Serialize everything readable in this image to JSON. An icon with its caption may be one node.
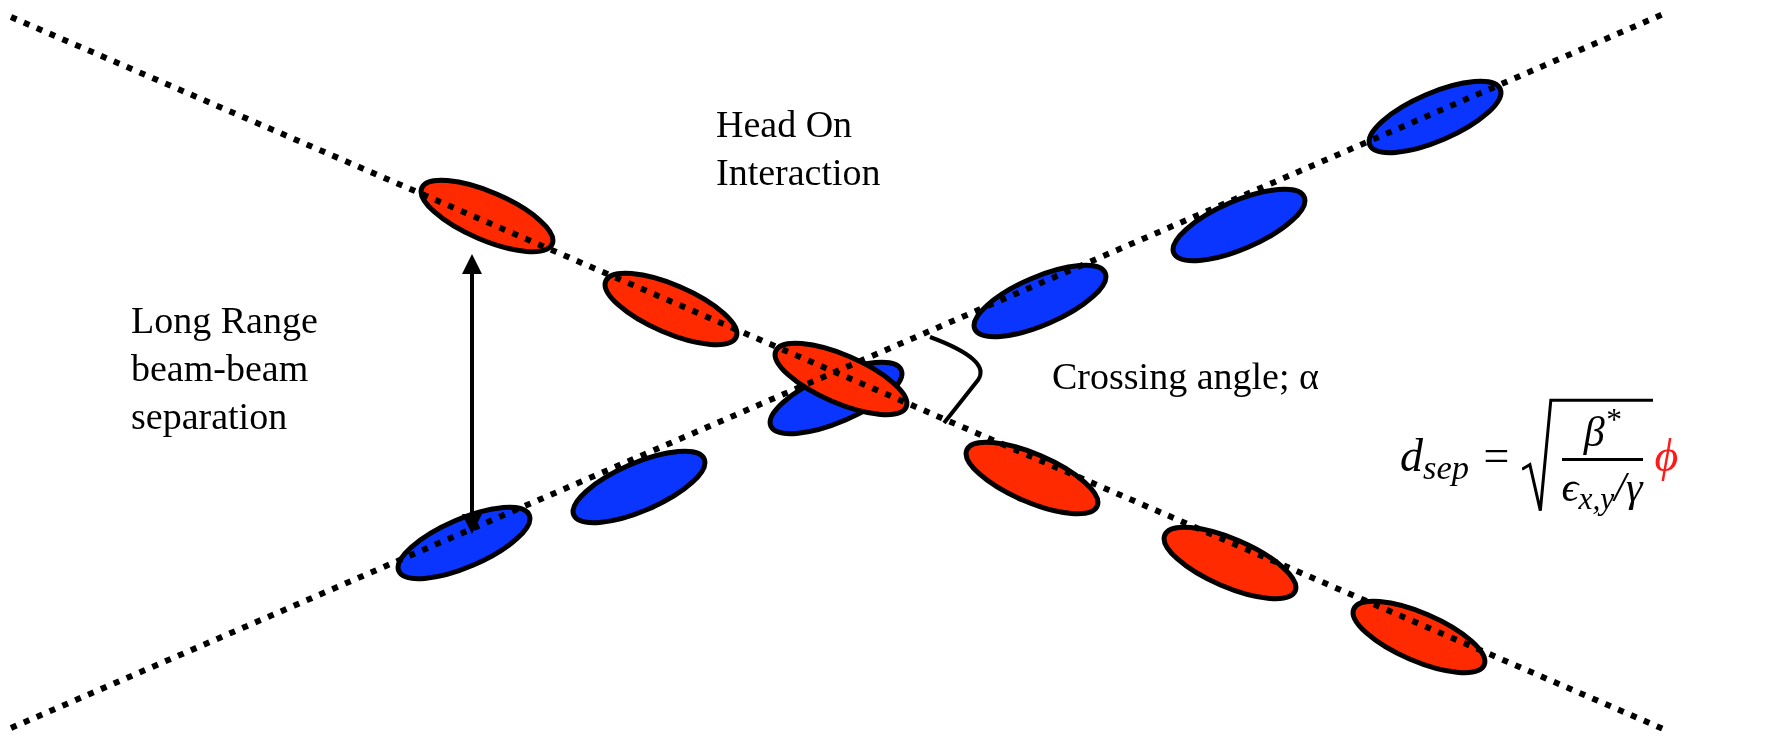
{
  "diagram": {
    "labels": [
      "Head On Interaction",
      "Long Range beam-beam separation",
      "Crossing angle; α",
      "d$_{sep}$ =",
      "β$^{*}$",
      "ϵ$_{x,y}$/γ",
      "ϕ"
    ]
  }
}
